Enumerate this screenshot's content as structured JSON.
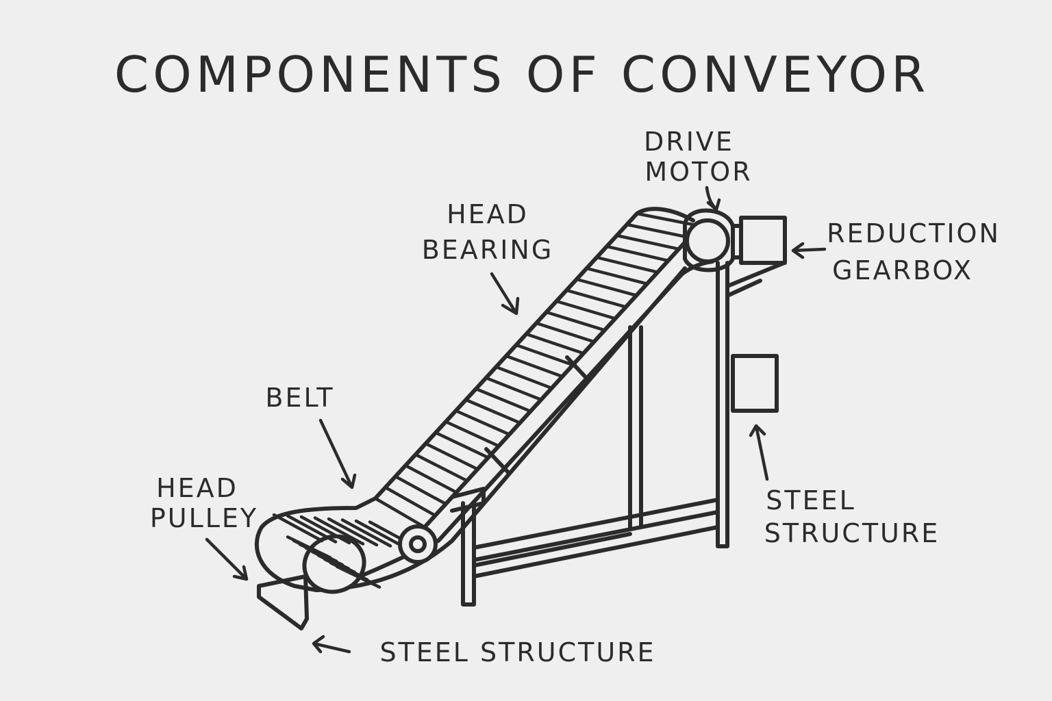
{
  "title": "COMPONENTS OF CONVEYOR",
  "labels": {
    "drive_motor": [
      "DRIVE",
      "MOTOR"
    ],
    "head_bearing": [
      "HEAD",
      "BEARING"
    ],
    "reduction_gearbox": [
      "REDUCTION",
      "GEARBOX"
    ],
    "belt": "BELT",
    "head_pulley": [
      "HEAD",
      "PULLEY"
    ],
    "steel_structure_right": [
      "STEEL",
      "STRUCTURE"
    ],
    "steel_structure_bottom": "STEEL STRUCTURE"
  },
  "colors": {
    "ink": "#2b2b2b",
    "background": "#efefef"
  }
}
